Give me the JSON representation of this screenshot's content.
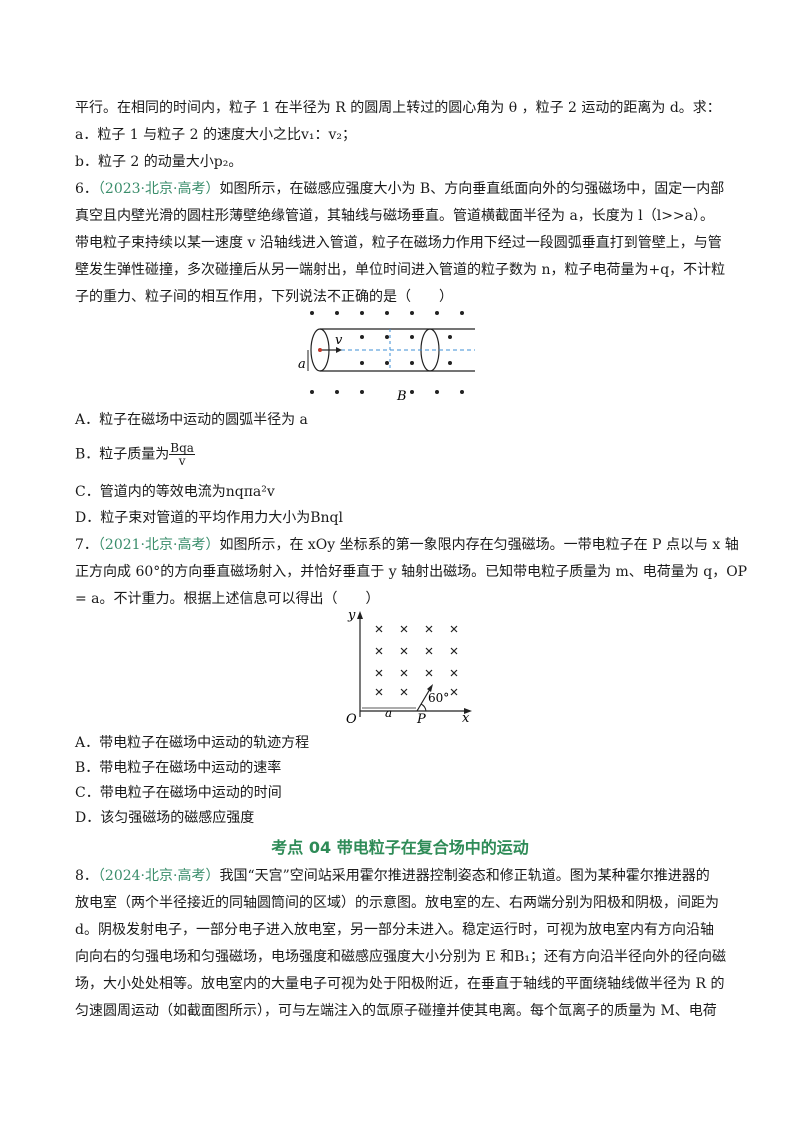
{
  "lines": {
    "l1": "平行。在相同的时间内，粒子 1 在半径为 R 的圆周上转过的圆心角为 θ ，粒子 2 运动的距离为 d。求：",
    "l2": "a．粒子 1 与粒子 2 的速度大小之比v₁：v₂；",
    "l3": "b．粒子 2 的动量大小p₂。"
  },
  "q6": {
    "number": "6．",
    "source": "（2023·北京·高考）",
    "text1": "如图所示，在磁感应强度大小为 B、方向垂直纸面向外的匀强磁场中，固定一内部",
    "text2": "真空且内壁光滑的圆柱形薄壁绝缘管道，其轴线与磁场垂直。管道横截面半径为 a，长度为 l（l>>a）。",
    "text3": "带电粒子束持续以某一速度 v 沿轴线进入管道，粒子在磁场力作用下经过一段圆弧垂直打到管壁上，与管",
    "text4": "壁发生弹性碰撞，多次碰撞后从另一端射出，单位时间进入管道的粒子数为 n，粒子电荷量为+q，不计粒",
    "text5": "子的重力、粒子间的相互作用，下列说法不正确的是（　　）",
    "figure_labels": {
      "v": "v",
      "a": "a",
      "B": "B"
    },
    "options": {
      "A": "A．粒子在磁场中运动的圆弧半径为 a",
      "B_prefix": "B．粒子质量为",
      "B_num": "Bqa",
      "B_den": "v",
      "C": "C．管道内的等效电流为nqπa²v",
      "D": "D．粒子束对管道的平均作用力大小为Bnql"
    }
  },
  "q7": {
    "number": "7．",
    "source": "（2021·北京·高考）",
    "text1": "如图所示，在 xOy 坐标系的第一象限内存在匀强磁场。一带电粒子在 P 点以与 x 轴",
    "text2": "正方向成 60°的方向垂直磁场射入，并恰好垂直于 y 轴射出磁场。已知带电粒子质量为 m、电荷量为 q，OP",
    "text3": "= a。不计重力。根据上述信息可以得出（　　）",
    "figure_labels": {
      "y": "y",
      "x": "x",
      "O": "O",
      "a": "a",
      "P": "P",
      "angle": "60°"
    },
    "options": {
      "A": "A．带电粒子在磁场中运动的轨迹方程",
      "B": "B．带电粒子在磁场中运动的速率",
      "C": "C．带电粒子在磁场中运动的时间",
      "D": "D．该匀强磁场的磁感应强度"
    }
  },
  "section_heading": "考点 04  带电粒子在复合场中的运动",
  "q8": {
    "number": "8．",
    "source": "（2024·北京·高考）",
    "text1": "我国“天宫”空间站采用霍尔推进器控制姿态和修正轨道。图为某种霍尔推进器的",
    "text2": "放电室（两个半径接近的同轴圆筒间的区域）的示意图。放电室的左、右两端分别为阳极和阴极，间距为",
    "text3": "d。阴极发射电子，一部分电子进入放电室，另一部分未进入。稳定运行时，可视为放电室内有方向沿轴",
    "text4": "向向右的匀强电场和匀强磁场，电场强度和磁感应强度大小分别为 E 和B₁；还有方向沿半径向外的径向磁",
    "text5": "场，大小处处相等。放电室内的大量电子可视为处于阳极附近，在垂直于轴线的平面绕轴线做半径为 R 的",
    "text6": "匀速圆周运动（如截面图所示），可与左端注入的氙原子碰撞并使其电离。每个氙离子的质量为 M、电荷"
  }
}
